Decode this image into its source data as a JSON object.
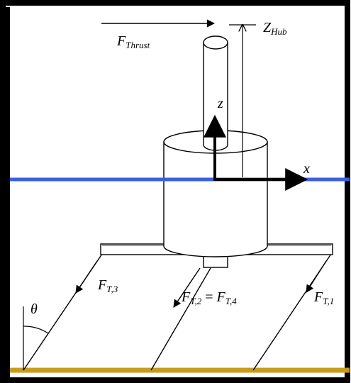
{
  "diagram": {
    "labels": {
      "thrust": {
        "main": "F",
        "sub": "Thrust"
      },
      "z_hub": {
        "main": "Z",
        "sub": "Hub"
      },
      "z_axis": "z",
      "x_axis": "x",
      "ft3": {
        "main": "F",
        "sub": "T,3"
      },
      "ft2_eq_ft4": {
        "main1": "F",
        "sub1": "T,2",
        "eq": " = ",
        "main2": "F",
        "sub2": "T,4"
      },
      "ft1": {
        "main": "F",
        "sub": "T,1"
      },
      "theta": "θ"
    },
    "colors": {
      "waterline": "#3a5fe0",
      "seabed": "#c89b1a",
      "frame": "#000000",
      "structure_stroke": "#000000",
      "structure_fill": "#ffffff",
      "tendon": "#000000"
    }
  }
}
